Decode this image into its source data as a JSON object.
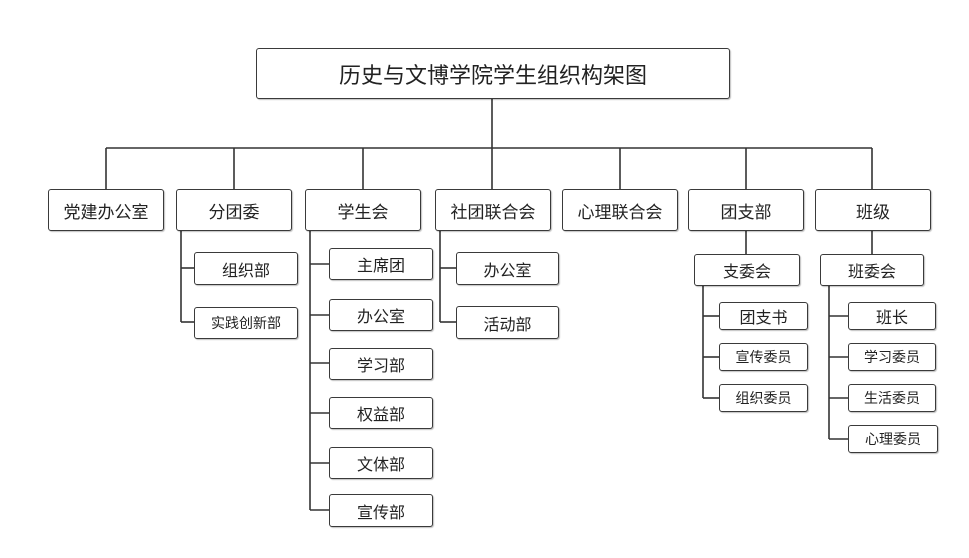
{
  "title": "历史与文博学院学生组织构架图",
  "departments": {
    "dangjian": "党建办公室",
    "fentuanwei": "分团委",
    "xueshenghui": "学生会",
    "shetuan": "社团联合会",
    "xinli": "心理联合会",
    "tuanzhibu": "团支部",
    "banji": "班级"
  },
  "fentuanwei_children": [
    "组织部",
    "实践创新部"
  ],
  "xueshenghui_children": [
    "主席团",
    "办公室",
    "学习部",
    "权益部",
    "文体部",
    "宣传部"
  ],
  "shetuan_children": [
    "办公室",
    "活动部"
  ],
  "tuanzhibu_sub": {
    "name": "支委会",
    "children": [
      "团支书",
      "宣传委员",
      "组织委员"
    ]
  },
  "banji_sub": {
    "name": "班委会",
    "children": [
      "班长",
      "学习委员",
      "生活委员",
      "心理委员"
    ]
  }
}
